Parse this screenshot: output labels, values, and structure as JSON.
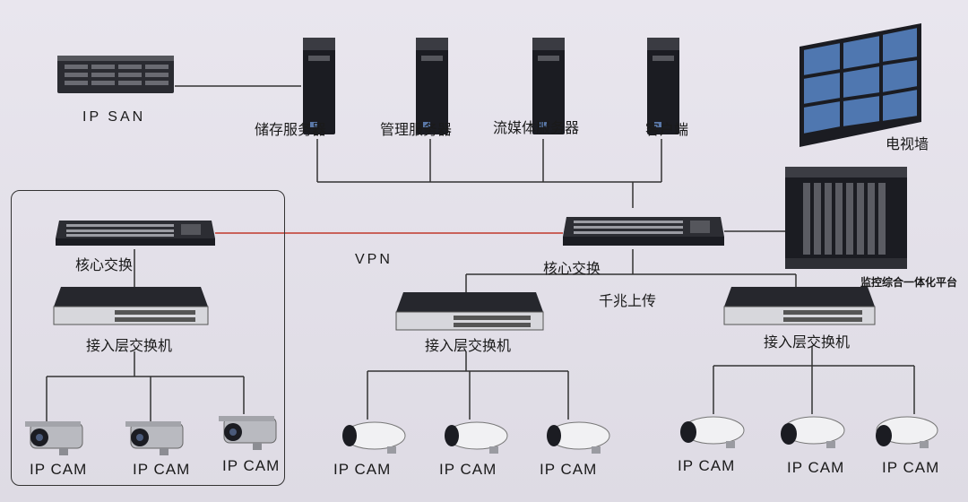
{
  "labels": {
    "ipsan": "IP SAN",
    "storage": "储存服务器",
    "mgmt": "管理服务器",
    "stream": "流媒体服务器",
    "client": "客户端",
    "videowall": "电视墙",
    "platform": "监控综合一体化平台",
    "vpn": "VPN",
    "core_left": "核心交换",
    "core_center": "核心交换",
    "gigabit": "千兆上传",
    "access_left": "接入层交换机",
    "access_mid": "接入层交换机",
    "access_right": "接入层交换机",
    "cam": "IP CAM"
  },
  "colors": {
    "vpn_line": "#c0392b",
    "wire": "#333333",
    "device_dark": "#1b1c22"
  }
}
